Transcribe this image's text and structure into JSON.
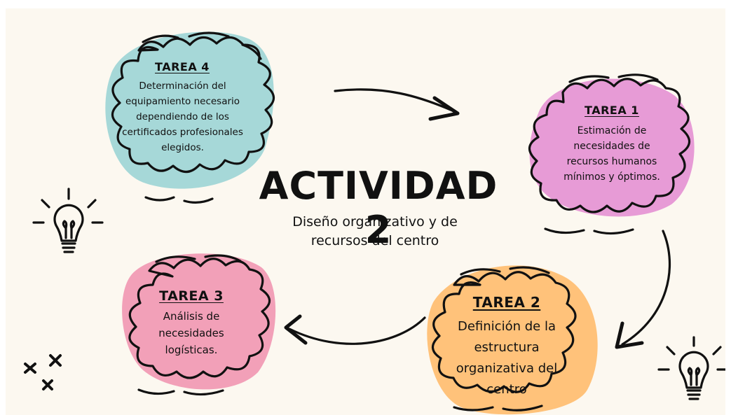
{
  "title": "ACTIVIDAD 2",
  "subtitle": "Diseño organizativo y de recursos del centro",
  "colors": {
    "background": "#fcf8f0",
    "tarea1_blob": "#e79bd6",
    "tarea2_blob": "#ffc27a",
    "tarea3_blob": "#f2a0b8",
    "tarea4_blob": "#a6d8d8",
    "ink": "#111111"
  },
  "tasks": {
    "tarea1": {
      "title": "TAREA 1",
      "text": "Estimación de necesidades de recursos humanos mínimos y óptimos."
    },
    "tarea2": {
      "title": "TAREA 2",
      "text": "Definición de la estructura organizativa del centro"
    },
    "tarea3": {
      "title": "TAREA 3",
      "text": "Análisis de necesidades logísticas."
    },
    "tarea4": {
      "title": "TAREA 4",
      "text": "Determinación del equipamiento necesario dependiendo de los certificados profesionales elegidos."
    }
  },
  "icons": [
    "lightbulb-icon",
    "sparkle-icon"
  ]
}
